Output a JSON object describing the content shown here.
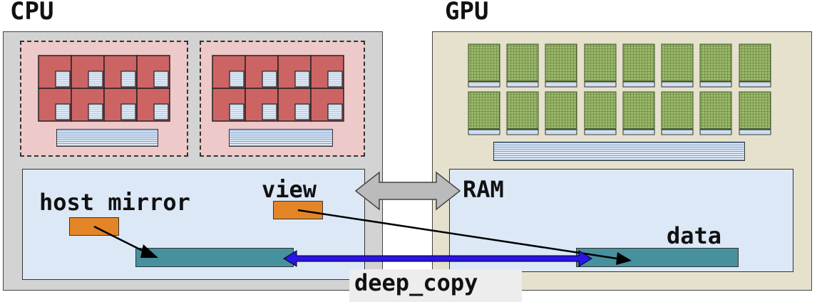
{
  "cpu": {
    "title": "CPU",
    "sockets": 2,
    "cores_per_socket": 8
  },
  "gpu": {
    "title": "GPU",
    "sm_rows": 2,
    "sm_cols": 8,
    "memory_label": "RAM"
  },
  "labels": {
    "host_mirror": "host mirror",
    "view": "view",
    "data": "data",
    "deep_copy": "deep_copy"
  },
  "colors": {
    "cpu_bg": "#d3d3d3",
    "gpu_bg": "#e5e1cd",
    "socket_bg": "#eec9c9",
    "core": "#cd6464",
    "memory": "#dce8f6",
    "gpu_core": "#9ab86a",
    "orange": "#e38527",
    "teal": "#47909e",
    "deep_copy_arrow": "#2a14e6",
    "bidir_arrow": "#bbbbbb"
  }
}
